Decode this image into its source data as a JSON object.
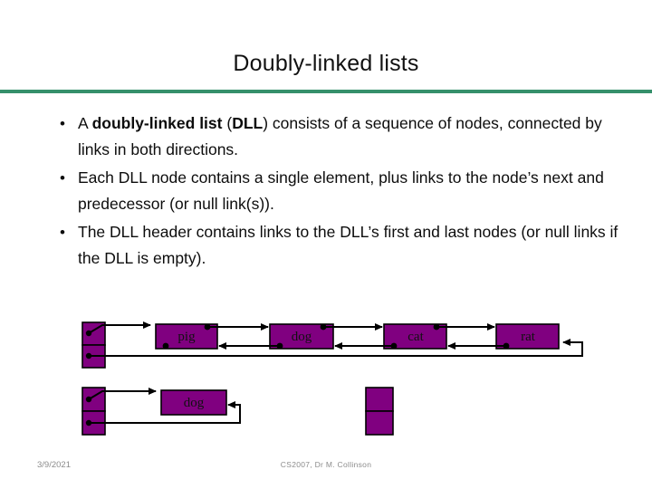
{
  "slide": {
    "title": "Doubly-linked lists",
    "accent_color": "#35906B",
    "node_color": "#800080",
    "link_color": "#000000"
  },
  "bullets": [
    {
      "marker": "•",
      "segments": [
        {
          "text": "A ",
          "bold": false
        },
        {
          "text": "doubly-linked list",
          "bold": true
        },
        {
          "text": "  (",
          "bold": false
        },
        {
          "text": "DLL",
          "bold": true
        },
        {
          "text": ") consists of a sequence of nodes, connected by links in both directions.",
          "bold": false
        }
      ]
    },
    {
      "marker": "•",
      "segments": [
        {
          "text": "Each DLL node contains a single element, plus links to the node’s next and predecessor (or null link(s)).",
          "bold": false
        }
      ]
    },
    {
      "marker": "•",
      "segments": [
        {
          "text": "The DLL header contains links to the DLL’s first and last nodes (or null links if the DLL is empty).",
          "bold": false
        }
      ]
    }
  ],
  "diagram": {
    "row1": {
      "header_label": "",
      "nodes": [
        "pig",
        "dog",
        "cat",
        "rat"
      ]
    },
    "row2": {
      "header_label": "",
      "nodes": [
        "dog"
      ],
      "empty_header_label": ""
    }
  },
  "footer": {
    "date": "3/9/2021",
    "course": "CS2007,  Dr M. Collinson"
  }
}
